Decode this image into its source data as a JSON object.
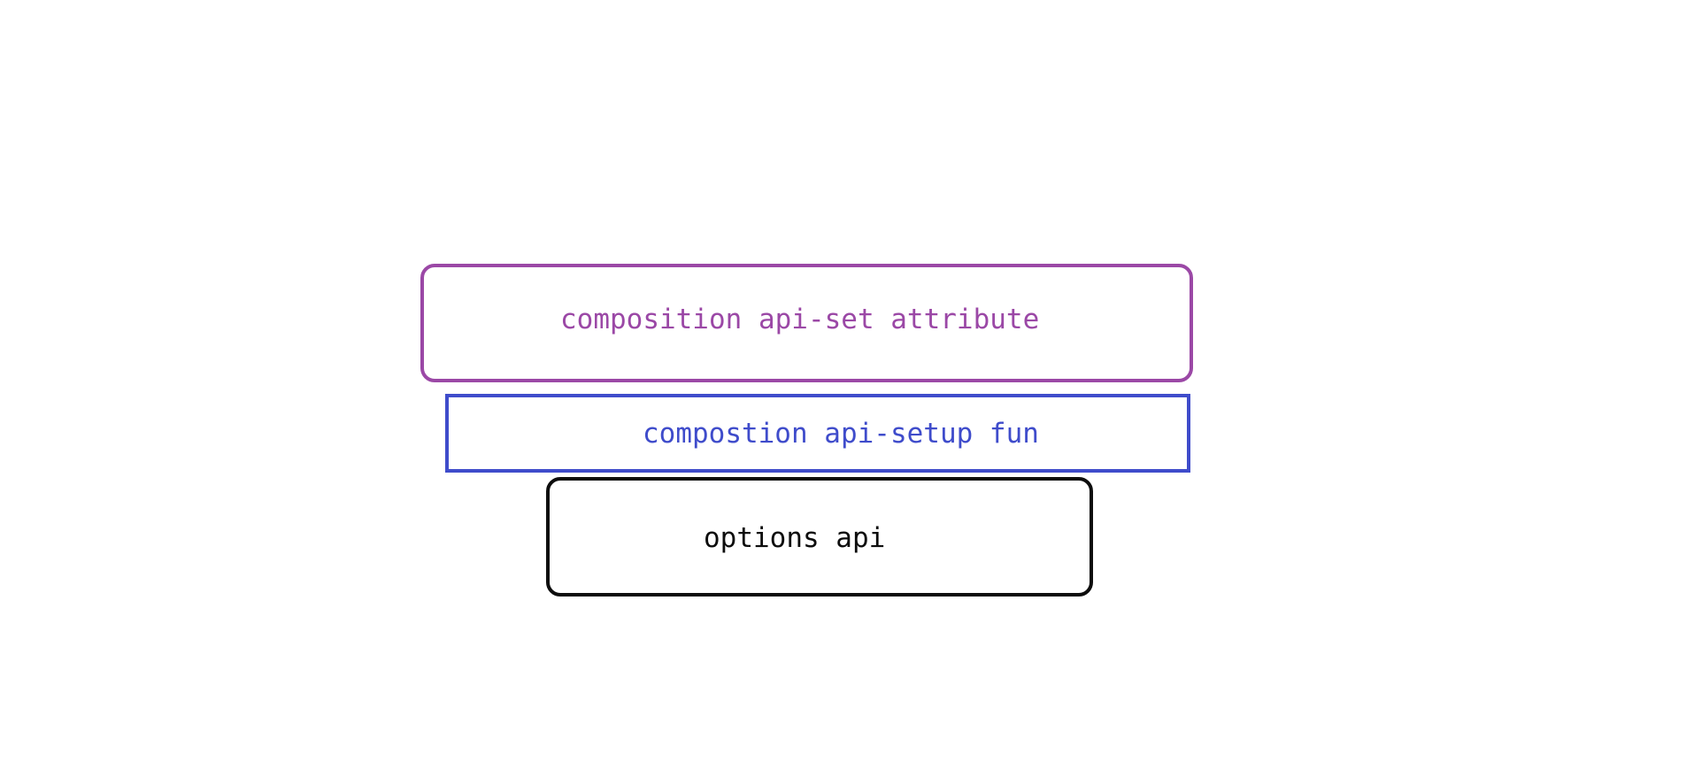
{
  "diagram": {
    "layers": [
      {
        "id": "set-attribute",
        "label": "composition api-set attribute",
        "color": "#9b48a6",
        "shape": "rounded-rectangle"
      },
      {
        "id": "setup-fun",
        "label": "compostion api-setup fun",
        "color": "#3f4ccb",
        "shape": "rectangle"
      },
      {
        "id": "options-api",
        "label": "options api",
        "color": "#0d0d0d",
        "shape": "rounded-rectangle"
      }
    ]
  }
}
